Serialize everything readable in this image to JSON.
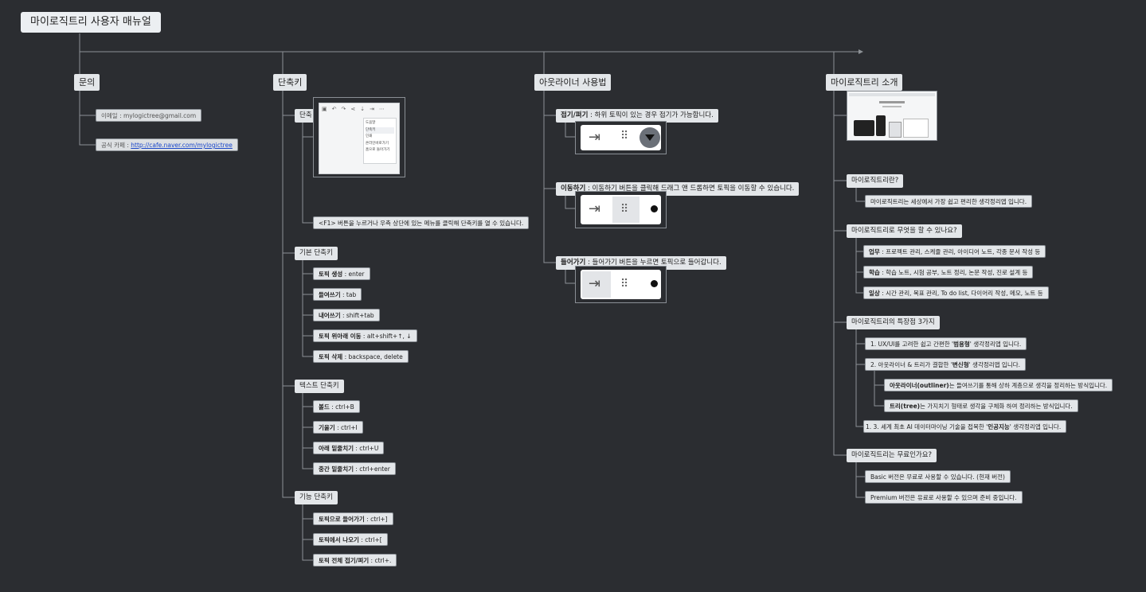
{
  "title": "마이로직트리 사용자 매뉴얼",
  "inquiry": {
    "label": "문의",
    "email": "이메일 : mylogictree@gmail.com",
    "cafe_prefix": "공식 카페 : ",
    "cafe_link": "http://cafe.naver.com/mylogictree"
  },
  "shortcuts": {
    "label": "단축키",
    "first_label": "단축",
    "menu_items": [
      "도움말",
      "단축키",
      "인쇄",
      "온라인바로가기",
      "홈으로 돌아가기"
    ],
    "f1_note": "<F1> 버튼을 누르거나 우측 상단에 있는 메뉴를 클릭해 단축키를 열 수 있습니다.",
    "basic": {
      "label": "기본 단축키",
      "items": [
        {
          "name": "토픽 생성",
          "keys": " : enter"
        },
        {
          "name": "들여쓰기",
          "keys": " : tab"
        },
        {
          "name": "내어쓰기",
          "keys": " : shift+tab"
        },
        {
          "name": "토픽 위아래 이동",
          "keys": " : alt+shift+↑, ↓"
        },
        {
          "name": "토픽 삭제",
          "keys": " : backspace, delete"
        }
      ]
    },
    "text": {
      "label": "텍스트 단축키",
      "items": [
        {
          "name": "볼드",
          "keys": " : ctrl+B"
        },
        {
          "name": "기울기",
          "keys": " : ctrl+I"
        },
        {
          "name": "아래 밑줄치기",
          "keys": " : ctrl+U"
        },
        {
          "name": "중간 밑줄치기",
          "keys": " : ctrl+enter"
        }
      ]
    },
    "func": {
      "label": "기능 단축키",
      "items": [
        {
          "name": "토픽으로 들어가기",
          "keys": " : ctrl+]"
        },
        {
          "name": "토픽에서 나오기",
          "keys": " : ctrl+["
        },
        {
          "name": "토픽 전체 접기/펴기",
          "keys": " : ctrl+."
        }
      ]
    }
  },
  "outliner": {
    "label": "아웃라이너 사용법",
    "fold": {
      "name": "접기/펴기",
      "desc": " : 하위 토픽이 있는 경우 접기가 가능합니다."
    },
    "move": {
      "name": "이동하기",
      "desc": " : 이동하기 버튼을 클릭해 드래그 앤 드롭하면 토픽을 이동할 수 있습니다."
    },
    "enter": {
      "name": "들어가기",
      "desc": " : 들어가기 버튼을 누르면 토픽으로 들어갑니다."
    }
  },
  "intro": {
    "label": "마이로직트리 소개",
    "what": {
      "label": "마이로직트리란?",
      "answer": "마이로직트리는 세상에서 가장 쉽고 편리한 생각정리앱 입니다."
    },
    "can": {
      "label": "마이로직트리로 무엇을 할 수 있나요?",
      "items": [
        {
          "name": "업무",
          "desc": " : 프로젝트 관리, 스케쥴 관리, 아이디어 노트, 각종 문서 작성 등"
        },
        {
          "name": "학습",
          "desc": " : 학습 노트, 시험 공부, 노트 정리, 논문 작성, 진로 설계 등"
        },
        {
          "name": "일상",
          "desc": " : 시간 관리, 목표 관리, To do list, 다이어리 작성, 메모, 노트 등"
        }
      ]
    },
    "features": {
      "label": "마이로직트리의 특장점 3가지",
      "f1_pre": "1. UX/UI를 고려한 쉽고 간편한 '",
      "f1_bold": "범용형",
      "f1_post": "' 생각정리앱 입니다.",
      "f2_pre": "2. 아웃라이너 & 트리가 결합한 '",
      "f2_bold": "변신형",
      "f2_post": "' 생각정리앱 입니다.",
      "f2a_bold": "아웃라이너(outliner)",
      "f2a_post": "는 들여쓰기를 통해 상하 계층으로 생각을 정리하는 방식입니다.",
      "f2b_bold": "트리(tree)",
      "f2b_post": "는 가지치기 형태로 생각을 구체화 하여 정리하는 방식입니다.",
      "f3_pre": "1. 3. 세계 최초 AI 데이터마이닝 기술을 접목한 '",
      "f3_bold": "인공지능",
      "f3_post": "' 생각정리앱 입니다."
    },
    "free": {
      "label": "마이로직트리는 무료인가요?",
      "basic": "Basic 버전은 무료로 사용할 수 있습니다. (현재 버전)",
      "premium": "Premium 버전은 유료로 사용할 수 있으며 준비 중입니다."
    }
  }
}
